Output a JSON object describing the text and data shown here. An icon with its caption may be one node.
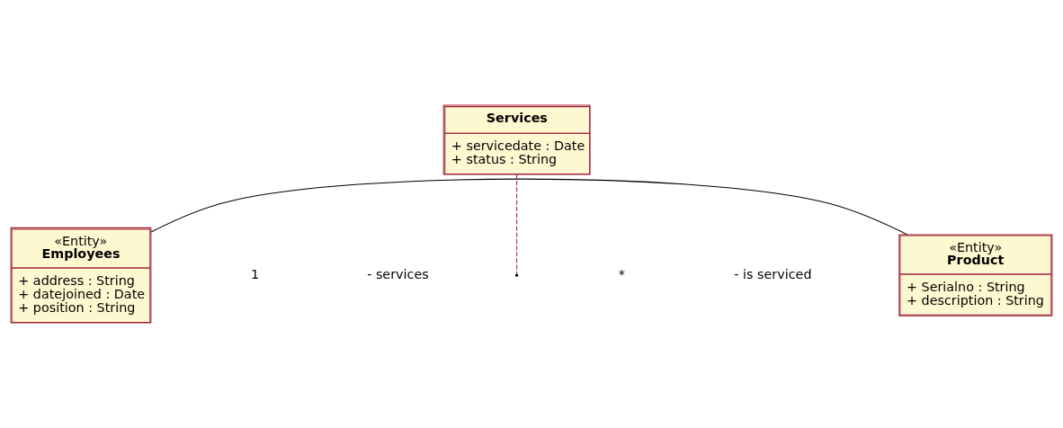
{
  "diagram": {
    "nodes": [
      {
        "text": [
          "«Entity»",
          "Employees",
          "+ address : String",
          "+ datejoined : Date",
          "+ position : String"
        ]
      },
      {
        "text": [
          "«Entity»",
          "Product",
          "+ Serialno : String",
          "+ description : String"
        ]
      },
      {
        "text": [
          "Services",
          "+ servicedate : Date",
          "+ status : String"
        ]
      }
    ],
    "edges": [
      {
        "from": 0,
        "to": 1,
        "arrow": "none"
      },
      {
        "from": 2,
        "to": null,
        "arrow": "none",
        "style": "dashed",
        "color": "#a0203c"
      }
    ],
    "labels": [
      "1",
      "- services",
      "*",
      "- is serviced"
    ]
  }
}
